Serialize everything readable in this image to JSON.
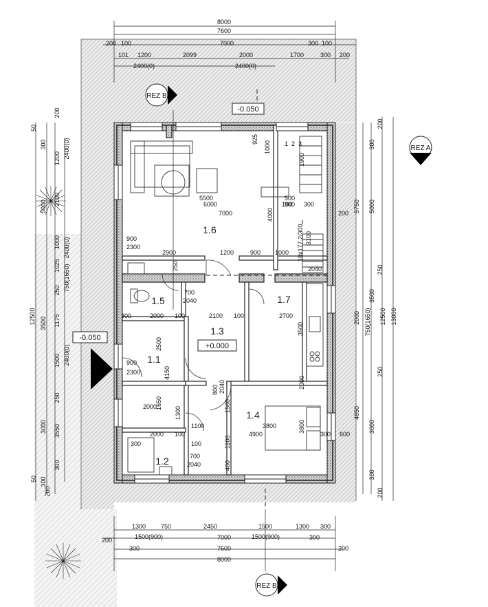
{
  "sections": {
    "a": "REZ A",
    "b_top": "REZ B",
    "b_bottom": "REZ B"
  },
  "levels": {
    "terrace": "-0.050",
    "entry": "-0.050",
    "floor": "+0.000"
  },
  "rooms": {
    "r11": "1.1",
    "r12": "1.2",
    "r13": "1.3",
    "r14": "1.4",
    "r15": "1.5",
    "r16": "1.6",
    "r17": "1.7"
  },
  "top_dims": {
    "overall": "8000",
    "inner": "7600",
    "row3": [
      "200",
      "100",
      "7000",
      "300",
      "100"
    ],
    "row4": [
      "101",
      "1200",
      "2099",
      "2000",
      "1700",
      "300",
      "200"
    ],
    "openings": [
      "2400(0)",
      "2400(0)"
    ]
  },
  "bottom_dims": {
    "row1": [
      "1300",
      "750",
      "2450",
      "1500",
      "1300",
      "300"
    ],
    "row1_sub": [
      "1500(900)",
      "1500(900)"
    ],
    "row2": [
      "200",
      "7000",
      "300"
    ],
    "row3": [
      "300",
      "7600",
      "200"
    ],
    "overall": "8000"
  },
  "right_dims": {
    "outer": "13000",
    "second": "12500",
    "third": [
      "5750",
      "2000",
      "4850"
    ],
    "fourth": [
      "5000",
      "3500",
      "3000"
    ],
    "small": [
      "200",
      "300",
      "250",
      "750(1650)",
      "250",
      "300",
      "200"
    ]
  },
  "left_dims": {
    "outer": "12500",
    "col2": [
      "50",
      "300",
      "5000",
      "3500",
      "3000",
      "300",
      "50"
    ],
    "col3": [
      "200",
      "1200",
      "2100",
      "1000",
      "1025",
      "250",
      "1175",
      "1500",
      "250",
      "3550",
      "300",
      "200"
    ],
    "col4": [
      "2400(0)",
      "2400(0)",
      "2400(0)",
      "750(1650)"
    ]
  },
  "interior_dims": {
    "living": [
      "5500",
      "6000",
      "7000",
      "2900",
      "1200",
      "900",
      "1000",
      "500",
      "900",
      "100",
      "300",
      "200",
      "4000",
      "925",
      "1000",
      "1900"
    ],
    "hall": [
      "2100",
      "100",
      "2700",
      "2000",
      "100",
      "300",
      "2040",
      "700",
      "250",
      "3500"
    ],
    "room11": [
      "900",
      "2300",
      "2500",
      "4150",
      "2000",
      "1650",
      "900",
      "2300"
    ],
    "room12": [
      "2000",
      "100",
      "1100",
      "700",
      "2040",
      "300",
      "100",
      "1300"
    ],
    "room14": [
      "3800",
      "4900",
      "1500",
      "1100",
      "400",
      "800",
      "2040",
      "3800",
      "300",
      "600",
      "2000"
    ],
    "misc": [
      "18x177.2/300",
      "3100",
      "2040",
      "1",
      "2",
      "3"
    ]
  }
}
